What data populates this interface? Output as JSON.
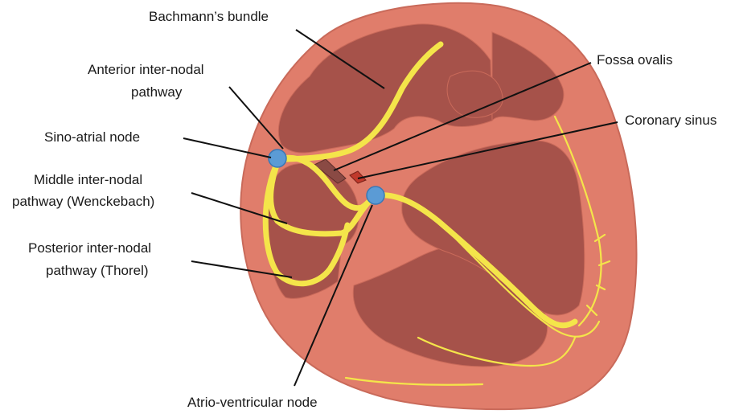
{
  "diagram": {
    "colors": {
      "outer_wall": "#e07d6b",
      "wall_edge": "#c96a5a",
      "chamber": "#a6524a",
      "conduction_path": "#f4e54a",
      "node": "#5b9bd5",
      "fossa_ovalis": "#8a4a44",
      "coronary_sinus": "#c0392b",
      "leader_line": "#111111"
    },
    "labels": {
      "bachmann": "Bachmann’s bundle",
      "anterior_1": "Anterior inter-nodal",
      "anterior_2": "pathway",
      "sa_node": "Sino-atrial node",
      "middle_1": "Middle inter-nodal",
      "middle_2": "pathway (Wenckebach)",
      "posterior_1": "Posterior inter-nodal",
      "posterior_2": "pathway (Thorel)",
      "fossa_ovalis": "Fossa ovalis",
      "coronary_sinus": "Coronary sinus",
      "av_node": "Atrio-ventricular node"
    }
  }
}
